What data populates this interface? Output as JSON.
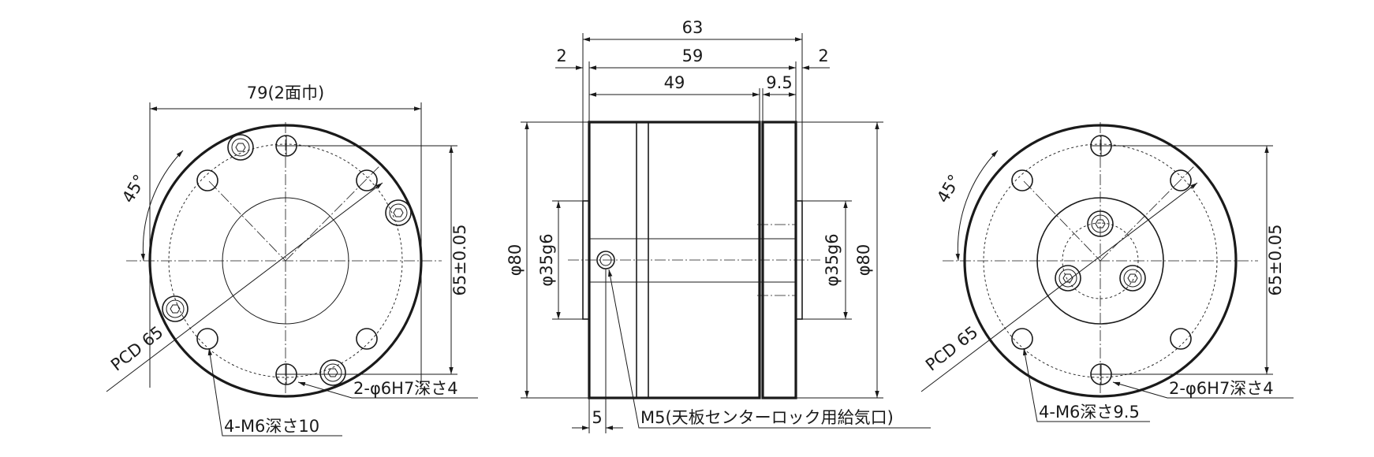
{
  "left_view": {
    "width_across_flats": "79(2面巾)",
    "angle": "45°",
    "pcd": "PCD 65",
    "height_tol": "65±0.05",
    "pin_hole": "2-φ6H7深さ4",
    "tap": "4-M6深さ10"
  },
  "center_view": {
    "overall": "63",
    "flange_left": "2",
    "body": "59",
    "flange_right": "2",
    "upper": "49",
    "plate": "9.5",
    "outer_dia_left": "φ80",
    "boss_dia_left": "φ35g6",
    "boss_dia_right": "φ35g6",
    "outer_dia_right": "φ80",
    "port_offset": "5",
    "port_note": "M5(天板センターロック用給気口)"
  },
  "right_view": {
    "angle": "45°",
    "pcd": "PCD 65",
    "height_tol": "65±0.05",
    "pin_hole": "2-φ6H7深さ4",
    "tap": "4-M6深さ9.5"
  }
}
